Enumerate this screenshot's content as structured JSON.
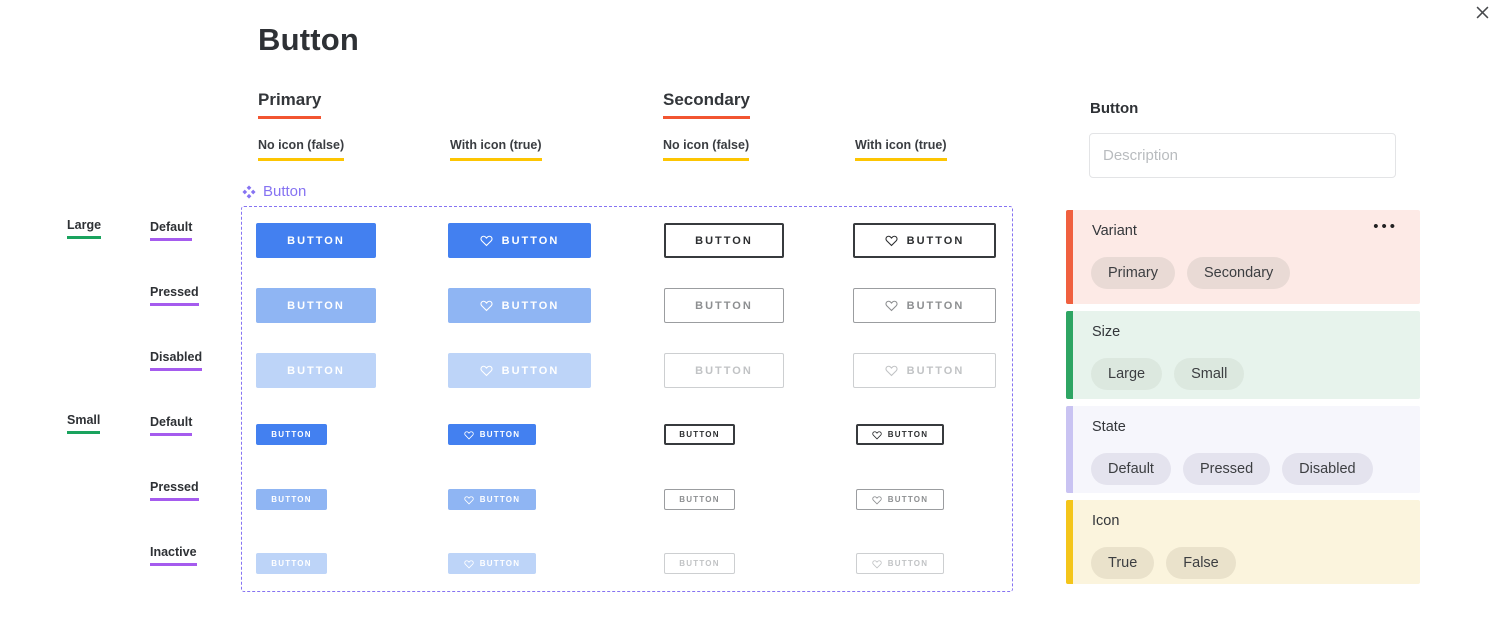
{
  "page": {
    "title": "Button"
  },
  "window": {
    "close": "close"
  },
  "columns": {
    "primary": "Primary",
    "secondary": "Secondary",
    "no_icon": "No icon (false)",
    "with_icon": "With icon (true)"
  },
  "rows": {
    "large": "Large",
    "small": "Small",
    "large_states": [
      "Default",
      "Pressed",
      "Disabled"
    ],
    "small_states": [
      "Default",
      "Pressed",
      "Inactive"
    ]
  },
  "grid": {
    "frame_label": "Button",
    "button_label": "BUTTON",
    "matrix": {
      "variants": [
        "Primary",
        "Secondary"
      ],
      "icon_options": [
        false,
        true
      ],
      "sizes": [
        "Large",
        "Small"
      ],
      "large_states": [
        "Default",
        "Pressed",
        "Disabled"
      ],
      "small_states": [
        "Default",
        "Pressed",
        "Inactive"
      ]
    }
  },
  "inspector": {
    "title": "Button",
    "description_placeholder": "Description",
    "menu_dots": "•••",
    "properties": [
      {
        "name": "Variant",
        "options": [
          "Primary",
          "Secondary"
        ]
      },
      {
        "name": "Size",
        "options": [
          "Large",
          "Small"
        ]
      },
      {
        "name": "State",
        "options": [
          "Default",
          "Pressed",
          "Disabled"
        ]
      },
      {
        "name": "Icon",
        "options": [
          "True",
          "False"
        ]
      }
    ]
  },
  "colors": {
    "red_underline": "#f25531",
    "yellow_underline": "#fdc502",
    "green_underline": "#1aa35e",
    "purple_underline": "#a55bee",
    "component_purple": "#8673f2",
    "primary_default": "#4380f0",
    "primary_pressed": "#8fb5f3",
    "primary_disabled": "#bdd4f8",
    "secondary_border": "#373a3d",
    "secondary_pressed_border": "#9b9da0",
    "secondary_disabled_border": "#cdcfd1",
    "variant_accent": "#f0603f",
    "variant_bg": "#fdeae6",
    "variant_chip": "#e9dad5",
    "size_accent": "#2ea563",
    "size_bg": "#e7f3ec",
    "size_chip": "#dce8df",
    "state_accent": "#c9c3f2",
    "state_bg": "#f6f6fc",
    "state_chip": "#e4e3ee",
    "icon_accent": "#f4c51a",
    "icon_bg": "#fbf4dd",
    "icon_chip": "#eae2cb"
  }
}
